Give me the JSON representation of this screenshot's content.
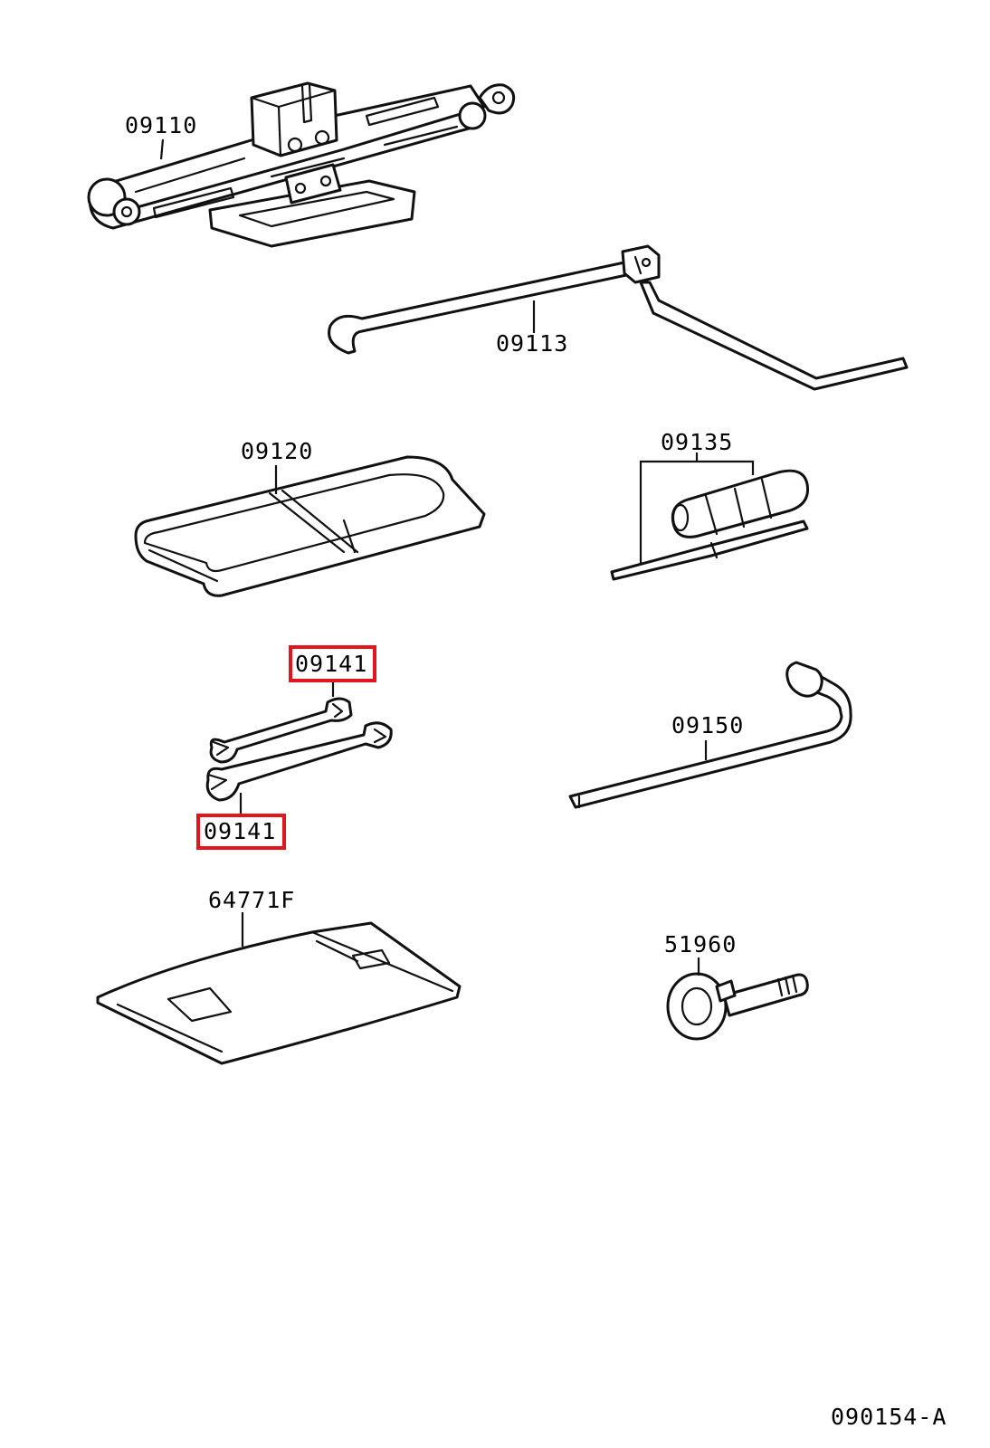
{
  "labels": {
    "jack": "09110",
    "jack_handle": "09113",
    "tool_bag": "09120",
    "screwdriver": "09135",
    "wrench_upper": "09141",
    "wrench_lower": "09141",
    "wheel_wrench": "09150",
    "cover": "64771F",
    "towing_eye": "51960",
    "diagram_id": "090154-A"
  },
  "highlight_color": "#e3141b"
}
